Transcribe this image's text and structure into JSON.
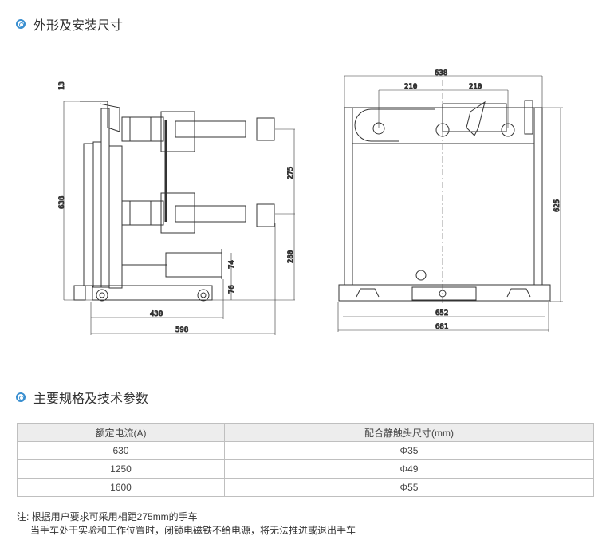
{
  "section1": {
    "title": "外形及安装尺寸"
  },
  "side_view": {
    "dims": {
      "top": "13",
      "height": "638",
      "pitch": "275",
      "lower": "280",
      "bracket": "74",
      "base": "76",
      "wheelbase": "430",
      "depth": "598"
    }
  },
  "front_view": {
    "dims": {
      "width": "638",
      "left_pitch": "210",
      "right_pitch": "210",
      "height": "625",
      "rail": "652",
      "overall": "681"
    }
  },
  "section2": {
    "title": "主要规格及技术参数"
  },
  "table": {
    "headers": [
      "额定电流(A)",
      "配合静触头尺寸(mm)"
    ],
    "rows": [
      [
        "630",
        "Φ35"
      ],
      [
        "1250",
        "Φ49"
      ],
      [
        "1600",
        "Φ55"
      ]
    ]
  },
  "note": {
    "line1": "注: 根据用户要求可采用相距275mm的手车",
    "line2": "当手车处于实验和工作位置时，闭锁电磁铁不给电源，将无法推进或退出手车"
  },
  "colors": {
    "accent": "#3a8fd0",
    "header_bg": "#ededed"
  }
}
